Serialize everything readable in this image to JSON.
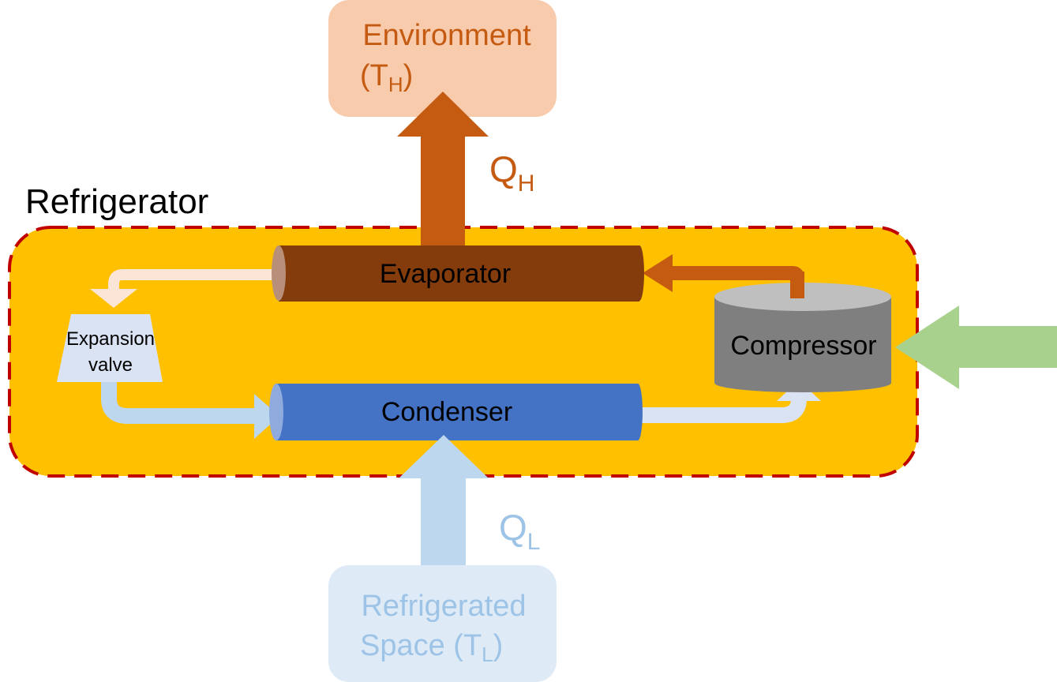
{
  "environment": {
    "line1": "Environment",
    "line2_prefix": "(T",
    "line2_sub": "H",
    "line2_suffix": ")"
  },
  "refrigerated_space": {
    "line1": "Refrigerated",
    "line2_prefix": "Space (T",
    "line2_sub": "L",
    "line2_suffix": ")"
  },
  "heat_out": {
    "symbol": "Q",
    "sub": "H"
  },
  "heat_in": {
    "symbol": "Q",
    "sub": "L"
  },
  "system": {
    "title": "Refrigerator"
  },
  "components": {
    "evaporator": "Evaporator",
    "condenser": "Condenser",
    "compressor": "Compressor",
    "expansion_line1": "Expansion",
    "expansion_line2": "valve"
  },
  "colors": {
    "system_fill": "#FFC000",
    "system_border": "#C00000",
    "environment_box": "#F8CBAD",
    "environment_text": "#C55A11",
    "heat_out_arrow": "#C55A11",
    "refrigerated_box": "#DEEBF7",
    "refrigerated_text": "#9DC3E6",
    "heat_in_arrow": "#BDD7EE",
    "evaporator": "#843C0C",
    "condenser": "#4472C4",
    "compressor_body": "#7F7F7F",
    "compressor_top": "#BFBFBF",
    "work_arrow": "#A9D18E",
    "expansion_valve": "#DAE3F3"
  }
}
